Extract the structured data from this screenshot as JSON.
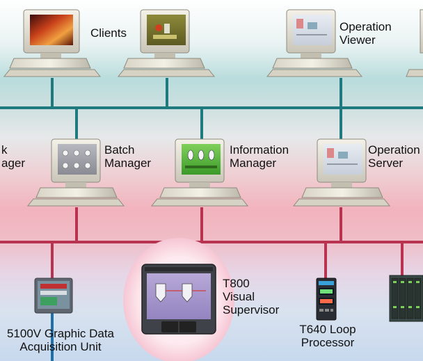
{
  "tiers": {
    "top": {
      "clients_label": "Clients",
      "operation_viewer_label": [
        "Operation",
        "Viewer"
      ]
    },
    "middle": {
      "left_partial_label": [
        "k",
        "ager"
      ],
      "batch_manager_label": [
        "Batch",
        "Manager"
      ],
      "information_manager_label": [
        "Information",
        "Manager"
      ],
      "operation_server_label": [
        "Operation",
        "Server"
      ]
    },
    "bottom": {
      "graphic_data_label": [
        "5100V Graphic Data",
        "Acquisition Unit"
      ],
      "visual_supervisor_label": [
        "T800",
        "Visual",
        "Supervisor"
      ],
      "loop_processor_label": [
        "T640 Loop",
        "Processor"
      ]
    }
  },
  "colors": {
    "teal_network": "#1f7a80",
    "red_network": "#b8334f",
    "blue_network": "#1f6fa8"
  }
}
